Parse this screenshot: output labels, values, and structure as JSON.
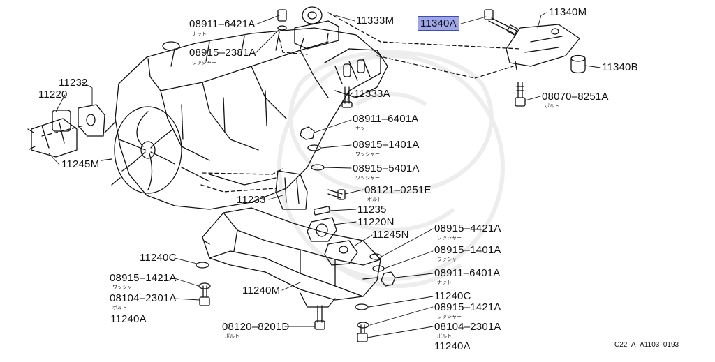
{
  "diagram": {
    "highlight_color": "#9fa6e8",
    "drawing_code": "C22–A–A1103–0193",
    "labels": {
      "p08911_6421A": "08911–6421A",
      "p08915_2381A": "08915–2381A",
      "p11333M": "11333M",
      "p11340A": "11340A",
      "p11340M": "11340M",
      "p11340B": "11340B",
      "p08070_8251A": "08070–8251A",
      "p11232": "11232",
      "p11220": "11220",
      "p11245M": "11245M",
      "p11333A": "11333A",
      "p08911_6401A_top": "08911–6401A",
      "p08915_1401A_top": "08915–1401A",
      "p08915_5401A": "08915–5401A",
      "p08121_0251E": "08121–0251E",
      "p11233": "11233",
      "p11235": "11235",
      "p11220N": "11220N",
      "p11245N": "11245N",
      "p08915_4421A": "08915–4421A",
      "p08915_1401A_right": "08915–1401A",
      "p08911_6401A_right": "08911–6401A",
      "p11240C_left": "11240C",
      "p08915_1421A_left": "08915–1421A",
      "p08104_2301A_left": "08104–2301A",
      "p11240A_left": "11240A",
      "p11240M": "11240M",
      "p11240C_right": "11240C",
      "p08915_1421A_right": "08915–1421A",
      "p08104_2301A_right": "08104–2301A",
      "p11240A_right": "11240A",
      "p08120_8201D": "08120–8201D"
    },
    "sublabels": {
      "nut": "ナット",
      "washer": "ワッシャー",
      "bolt": "ボルト"
    }
  }
}
